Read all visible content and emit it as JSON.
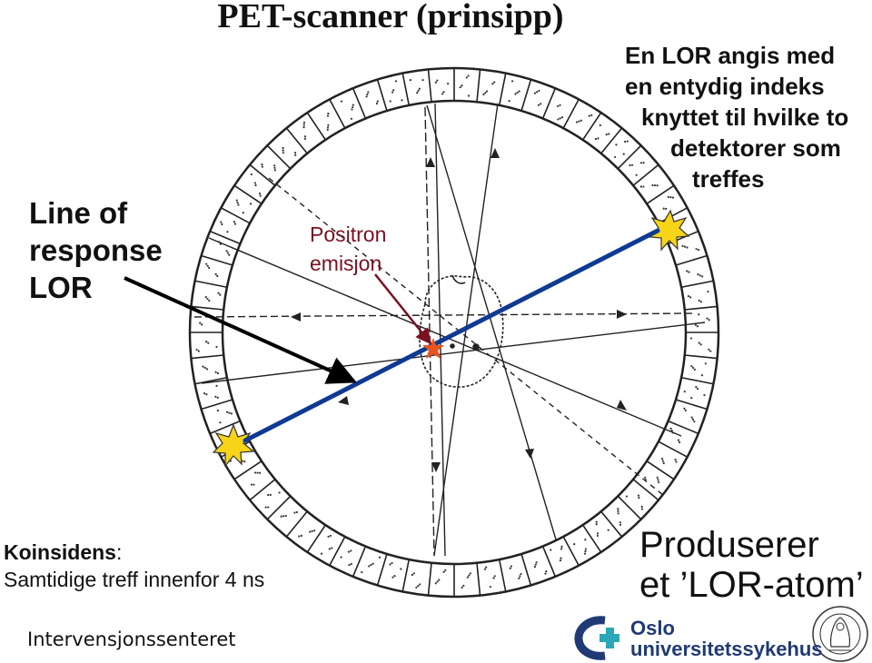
{
  "title": "PET-scanner (prinsipp)",
  "left_label": [
    "Line of",
    "response",
    "LOR"
  ],
  "positron_label": [
    "Positron",
    "emisjon"
  ],
  "lor_description": [
    "En LOR angis med",
    "en entydig indeks",
    "knyttet til hvilke to",
    "detektorer som",
    "treffes"
  ],
  "coincidence": {
    "heading": "Koinsidens",
    "colon": ":",
    "text": "Samtidige treff innenfor 4 ns"
  },
  "result": [
    "Produserer",
    "et ’LOR-atom’"
  ],
  "footer": {
    "institution": "Intervensjonssenteret",
    "hospital_line1": "Oslo",
    "hospital_line2": "universitetssykehus",
    "seal_icon": "university-of-oslo-seal"
  },
  "colors": {
    "lor_line": "#0f3a93",
    "positron": "#7a1020",
    "star": "#e8541c",
    "hit": "#f7d417",
    "logo_blue": "#1f3a74",
    "logo_teal": "#2aa7b8"
  }
}
